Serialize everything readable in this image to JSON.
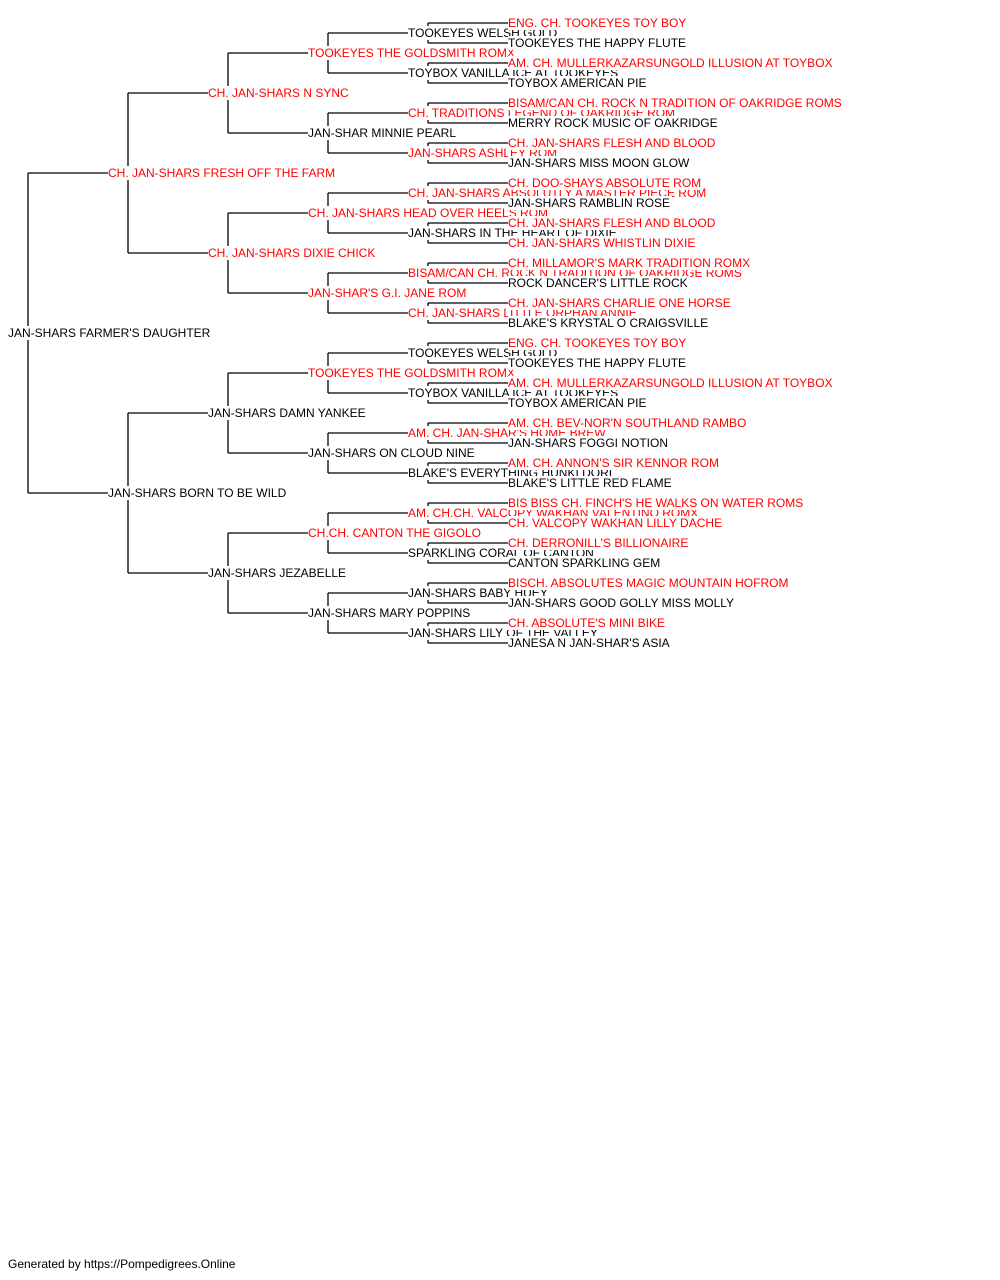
{
  "colors": {
    "champion": "#ff0000",
    "default": "#000000",
    "line": "#000000"
  },
  "footer": "Generated by https://Pompedigrees.Online",
  "pedigree": {
    "name": "JAN-SHARS FARMER'S DAUGHTER",
    "ch": false,
    "sire": {
      "name": "CH. JAN-SHARS FRESH OFF THE FARM",
      "ch": true,
      "sire": {
        "name": "CH. JAN-SHARS N SYNC",
        "ch": true,
        "sire": {
          "name": "TOOKEYES THE GOLDSMITH ROMX",
          "ch": true,
          "sire": {
            "name": "TOOKEYES WELSH GOLD",
            "ch": false,
            "sire": {
              "name": "ENG. CH. TOOKEYES TOY BOY",
              "ch": true
            },
            "dam": {
              "name": "TOOKEYES THE HAPPY FLUTE",
              "ch": false
            }
          },
          "dam": {
            "name": "TOYBOX VANILLA ICE AT TOOKEYES",
            "ch": false,
            "sire": {
              "name": "AM. CH. MULLERKAZARSUNGOLD ILLUSION AT TOYBOX",
              "ch": true
            },
            "dam": {
              "name": "TOYBOX AMERICAN PIE",
              "ch": false
            }
          }
        },
        "dam": {
          "name": "JAN-SHAR MINNIE PEARL",
          "ch": false,
          "sire": {
            "name": "CH. TRADITIONS LEGEND OF OAKRIDGE ROM",
            "ch": true,
            "sire": {
              "name": "BISAM/CAN CH. ROCK N TRADITION OF OAKRIDGE ROMS",
              "ch": true
            },
            "dam": {
              "name": "MERRY ROCK MUSIC OF OAKRIDGE",
              "ch": false
            }
          },
          "dam": {
            "name": "JAN-SHARS ASHLEY ROM",
            "ch": true,
            "sire": {
              "name": "CH. JAN-SHARS FLESH AND BLOOD",
              "ch": true
            },
            "dam": {
              "name": "JAN-SHARS MISS MOON GLOW",
              "ch": false
            }
          }
        }
      },
      "dam": {
        "name": "CH. JAN-SHARS DIXIE CHICK",
        "ch": true,
        "sire": {
          "name": "CH. JAN-SHARS HEAD OVER HEELS ROM",
          "ch": true,
          "sire": {
            "name": "CH. JAN-SHARS ABSOLUTLY A MASTER PIECE ROM",
            "ch": true,
            "sire": {
              "name": "CH. DOO-SHAYS ABSOLUTE ROM",
              "ch": true
            },
            "dam": {
              "name": "JAN-SHARS RAMBLIN ROSE",
              "ch": false
            }
          },
          "dam": {
            "name": "JAN-SHARS IN THE HEART OF DIXIE",
            "ch": false,
            "sire": {
              "name": "CH. JAN-SHARS FLESH AND BLOOD",
              "ch": true
            },
            "dam": {
              "name": "CH. JAN-SHARS WHISTLIN DIXIE",
              "ch": true
            }
          }
        },
        "dam": {
          "name": "JAN-SHAR'S G.I. JANE ROM",
          "ch": true,
          "sire": {
            "name": "BISAM/CAN CH. ROCK N TRADITION OF OAKRIDGE ROMS",
            "ch": true,
            "sire": {
              "name": "CH. MILLAMOR'S MARK TRADITION ROMX",
              "ch": true
            },
            "dam": {
              "name": "ROCK DANCER'S LITTLE ROCK",
              "ch": false
            }
          },
          "dam": {
            "name": "CH. JAN-SHARS LITTLE ORPHAN ANNIE",
            "ch": true,
            "sire": {
              "name": "CH. JAN-SHARS CHARLIE ONE HORSE",
              "ch": true
            },
            "dam": {
              "name": "BLAKE'S KRYSTAL O CRAIGSVILLE",
              "ch": false
            }
          }
        }
      }
    },
    "dam": {
      "name": "JAN-SHARS BORN TO BE WILD",
      "ch": false,
      "sire": {
        "name": "JAN-SHARS DAMN YANKEE",
        "ch": false,
        "sire": {
          "name": "TOOKEYES THE GOLDSMITH ROMX",
          "ch": true,
          "sire": {
            "name": "TOOKEYES WELSH GOLD",
            "ch": false,
            "sire": {
              "name": "ENG. CH. TOOKEYES TOY BOY",
              "ch": true
            },
            "dam": {
              "name": "TOOKEYES THE HAPPY FLUTE",
              "ch": false
            }
          },
          "dam": {
            "name": "TOYBOX VANILLA ICE AT TOOKEYES",
            "ch": false,
            "sire": {
              "name": "AM. CH. MULLERKAZARSUNGOLD ILLUSION AT TOYBOX",
              "ch": true
            },
            "dam": {
              "name": "TOYBOX AMERICAN PIE",
              "ch": false
            }
          }
        },
        "dam": {
          "name": "JAN-SHARS ON CLOUD NINE",
          "ch": false,
          "sire": {
            "name": "AM. CH. JAN-SHAR'S HOME BREW",
            "ch": true,
            "sire": {
              "name": "AM. CH. BEV-NOR'N SOUTHLAND RAMBO",
              "ch": true
            },
            "dam": {
              "name": "JAN-SHARS FOGGI NOTION",
              "ch": false
            }
          },
          "dam": {
            "name": "BLAKE'S EVERYTHING HUNKI DORI",
            "ch": false,
            "sire": {
              "name": "AM. CH. ANNON'S SIR KENNOR ROM",
              "ch": true
            },
            "dam": {
              "name": "BLAKE'S LITTLE RED FLAME",
              "ch": false
            }
          }
        }
      },
      "dam": {
        "name": "JAN-SHARS JEZABELLE",
        "ch": false,
        "sire": {
          "name": "CH.CH. CANTON THE GIGOLO",
          "ch": true,
          "sire": {
            "name": "AM. CH.CH. VALCOPY WAKHAN VALENTINO ROMX",
            "ch": true,
            "sire": {
              "name": "BIS BISS CH. FINCH'S HE WALKS ON WATER ROMS",
              "ch": true
            },
            "dam": {
              "name": "CH. VALCOPY WAKHAN LILLY DACHE",
              "ch": true
            }
          },
          "dam": {
            "name": "SPARKLING CORAL OF CANTON",
            "ch": false,
            "sire": {
              "name": "CH. DERRONILL'S BILLIONAIRE",
              "ch": true
            },
            "dam": {
              "name": "CANTON SPARKLING GEM",
              "ch": false
            }
          }
        },
        "dam": {
          "name": "JAN-SHARS MARY POPPINS",
          "ch": false,
          "sire": {
            "name": "JAN-SHARS BABY HUEY",
            "ch": false,
            "sire": {
              "name": "BISCH. ABSOLUTES MAGIC MOUNTAIN HOFROM",
              "ch": true
            },
            "dam": {
              "name": "JAN-SHARS GOOD GOLLY MISS MOLLY",
              "ch": false
            }
          },
          "dam": {
            "name": "JAN-SHARS LILY OF THE VALLEY",
            "ch": false,
            "sire": {
              "name": "CH. ABSOLUTE'S MINI BIKE",
              "ch": true
            },
            "dam": {
              "name": "JANESA N JAN-SHAR'S ASIA",
              "ch": false
            }
          }
        }
      }
    }
  }
}
